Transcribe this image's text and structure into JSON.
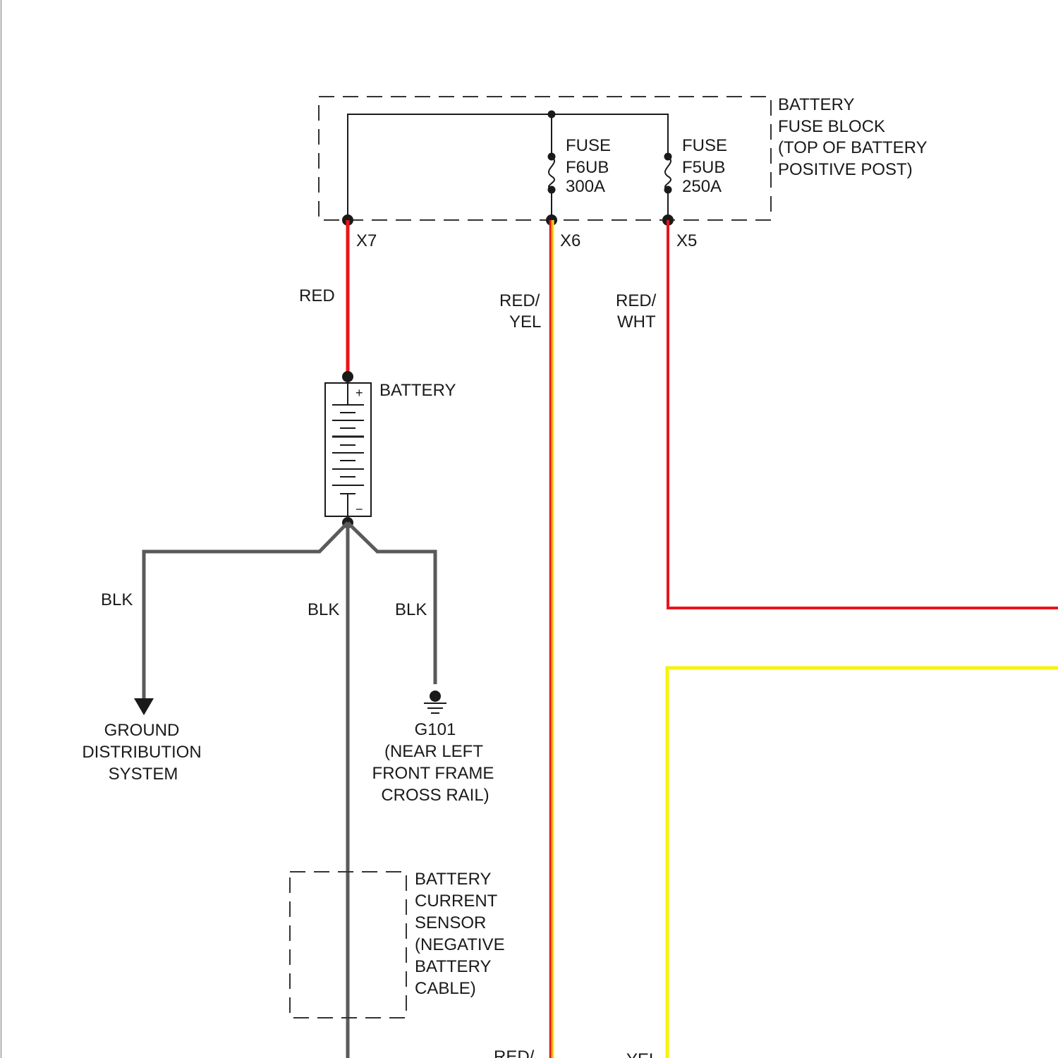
{
  "fuse_block": {
    "label_lines": [
      "BATTERY",
      "FUSE BLOCK",
      "(TOP OF BATTERY",
      "POSITIVE POST)"
    ],
    "fuse_f6ub": [
      "FUSE",
      "F6UB",
      "300A"
    ],
    "fuse_f5ub": [
      "FUSE",
      "F5UB",
      "250A"
    ]
  },
  "connectors": {
    "x7": "X7",
    "x6": "X6",
    "x5": "X5"
  },
  "wires": {
    "red": "RED",
    "red_yel": [
      "RED/",
      "YEL"
    ],
    "red_wht": [
      "RED/",
      "WHT"
    ],
    "blk_1": "BLK",
    "blk_2": "BLK",
    "blk_3": "BLK",
    "bottom_red_partial": "RED/",
    "bottom_yel_partial": "YEL"
  },
  "battery": {
    "label": "BATTERY",
    "plus": "+",
    "minus": "−"
  },
  "ground_distribution": [
    "GROUND",
    "DISTRIBUTION",
    "SYSTEM"
  ],
  "g101": [
    "G101",
    "(NEAR LEFT",
    "FRONT FRAME",
    "CROSS RAIL)"
  ],
  "current_sensor": [
    "BATTERY",
    "CURRENT",
    "SENSOR",
    "(NEGATIVE",
    "BATTERY",
    "CABLE)"
  ],
  "colors": {
    "red": "#e8141b",
    "yellow": "#f7f30a",
    "orange_stripe": "#f39a1a",
    "black_wire": "#5a5a5a",
    "line": "#1a1a1a"
  }
}
